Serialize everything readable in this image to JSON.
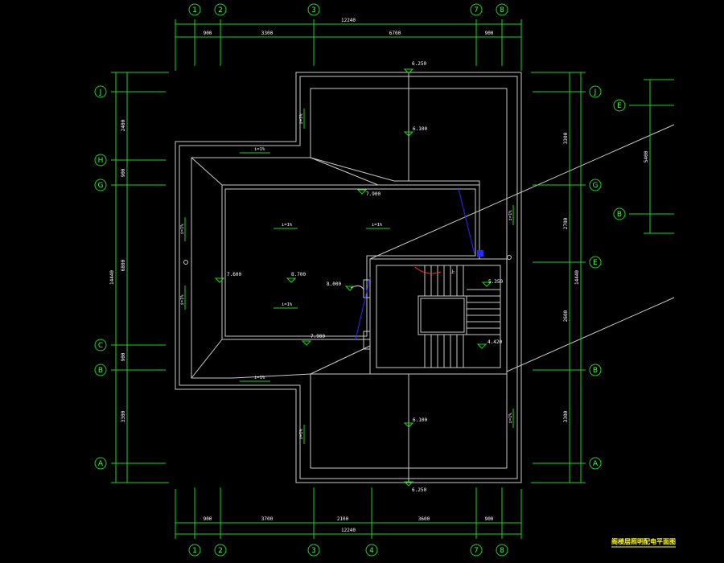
{
  "title": "阁楼层照明配电平面图",
  "axes_top": [
    "1",
    "2",
    "3",
    "7",
    "8"
  ],
  "axes_bottom": [
    "1",
    "2",
    "3",
    "4",
    "7",
    "8"
  ],
  "axes_left": [
    "J",
    "H",
    "G",
    "C",
    "B",
    "A"
  ],
  "axes_right": [
    "J",
    "G",
    "E",
    "B",
    "A"
  ],
  "axes_inset": [
    "E",
    "B"
  ],
  "dims_top": {
    "total": "12240",
    "segments": [
      "900",
      "3300",
      "6700",
      "900"
    ]
  },
  "dims_bottom": {
    "total": "12240",
    "segments": [
      "900",
      "3700",
      "2100",
      "3600",
      "900"
    ]
  },
  "dims_left": {
    "total": "14440",
    "segments": [
      "2400",
      "900",
      "6800",
      "900",
      "3300"
    ]
  },
  "dims_right": {
    "total": "14440",
    "segments": [
      "3300",
      "2700",
      "2600",
      "3300"
    ]
  },
  "dims_inset": "5400",
  "elevations": [
    "6.250",
    "6.100",
    "7.900",
    "7.900",
    "7.600",
    "8.700",
    "8.000",
    "6.100",
    "6.250",
    "5.350",
    "4.420"
  ],
  "slopes": [
    "i=1%",
    "i=1%",
    "i=1%",
    "i=1%",
    "i=1%",
    "i=1%",
    "i=1%",
    "i=1%",
    "i=1%",
    "i=1%",
    "i=1%"
  ],
  "stair_label": "上"
}
